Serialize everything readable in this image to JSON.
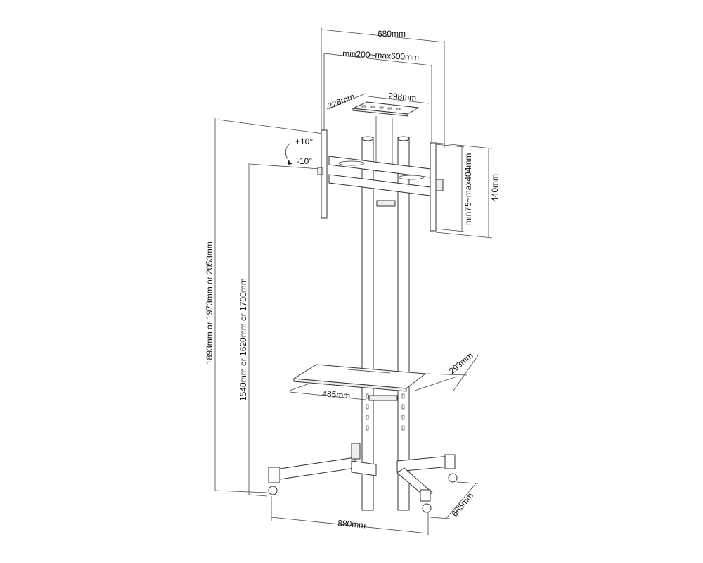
{
  "diagram": {
    "subject": "Mobile TV stand with tilting mount",
    "dimensions": {
      "overall_width": "680mm",
      "vesa_width": "min200~max600mm",
      "top_tray_depth": "228mm",
      "top_tray_width": "298mm",
      "tilt_up": "+10°",
      "tilt_down": "-10°",
      "vesa_height": "min75~max404mm",
      "bracket_height": "440mm",
      "overall_height": "1893mm or 1973mm or 2053mm",
      "mount_center_height": "1540mm or 1620mm or 1700mm",
      "shelf_depth": "293mm",
      "shelf_width": "485mm",
      "base_width": "880mm",
      "base_depth": "665mm"
    },
    "colors": {
      "line": "#444444",
      "background": "#ffffff"
    }
  }
}
